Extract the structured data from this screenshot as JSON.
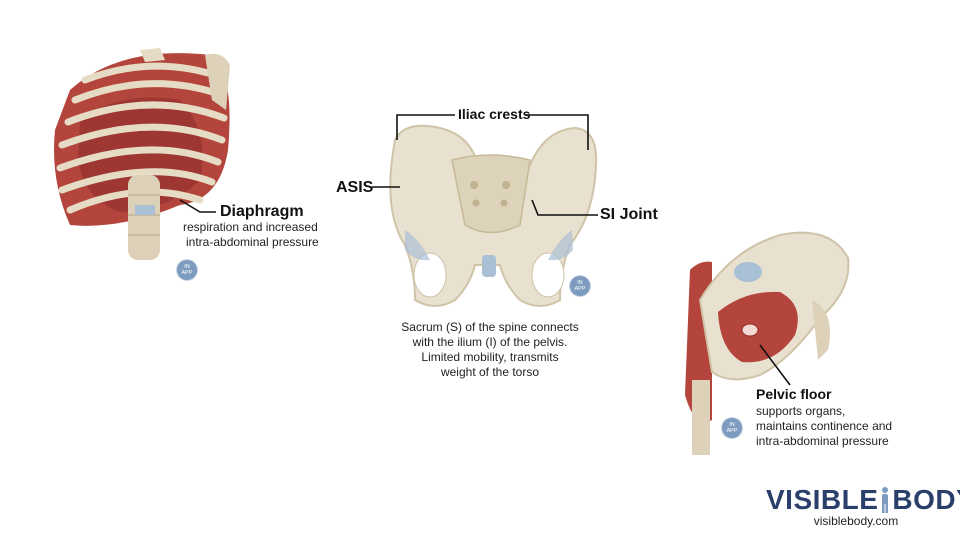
{
  "diaphragm": {
    "title": "Diaphragm",
    "description_line1": "respiration and increased",
    "description_line2": "intra-abdominal pressure"
  },
  "pelvis": {
    "iliac_crests": "Iliac crests",
    "asis": "ASIS",
    "si_joint": "SI Joint",
    "caption_line1": "Sacrum (S) of the spine connects",
    "caption_line2": "with the ilium (I) of the pelvis.",
    "caption_line3": "Limited mobility, transmits",
    "caption_line4": "weight of the torso"
  },
  "pelvic_floor": {
    "title": "Pelvic floor",
    "line1": "supports organs,",
    "line2": "maintains continence and",
    "line3": "intra-abdominal pressure"
  },
  "badge": {
    "line1": "IN",
    "line2": "APP"
  },
  "logo": {
    "visible": "VISIBLE",
    "body": "BODY",
    "reg": "®",
    "url": "visiblebody.com"
  },
  "colors": {
    "bone": "#e9e1cf",
    "bone_shadow": "#cfc3a8",
    "muscle": "#b4453c",
    "muscle_dark": "#8f2e29",
    "badge": "#7d9bbf",
    "logo": "#2b3f6b"
  }
}
